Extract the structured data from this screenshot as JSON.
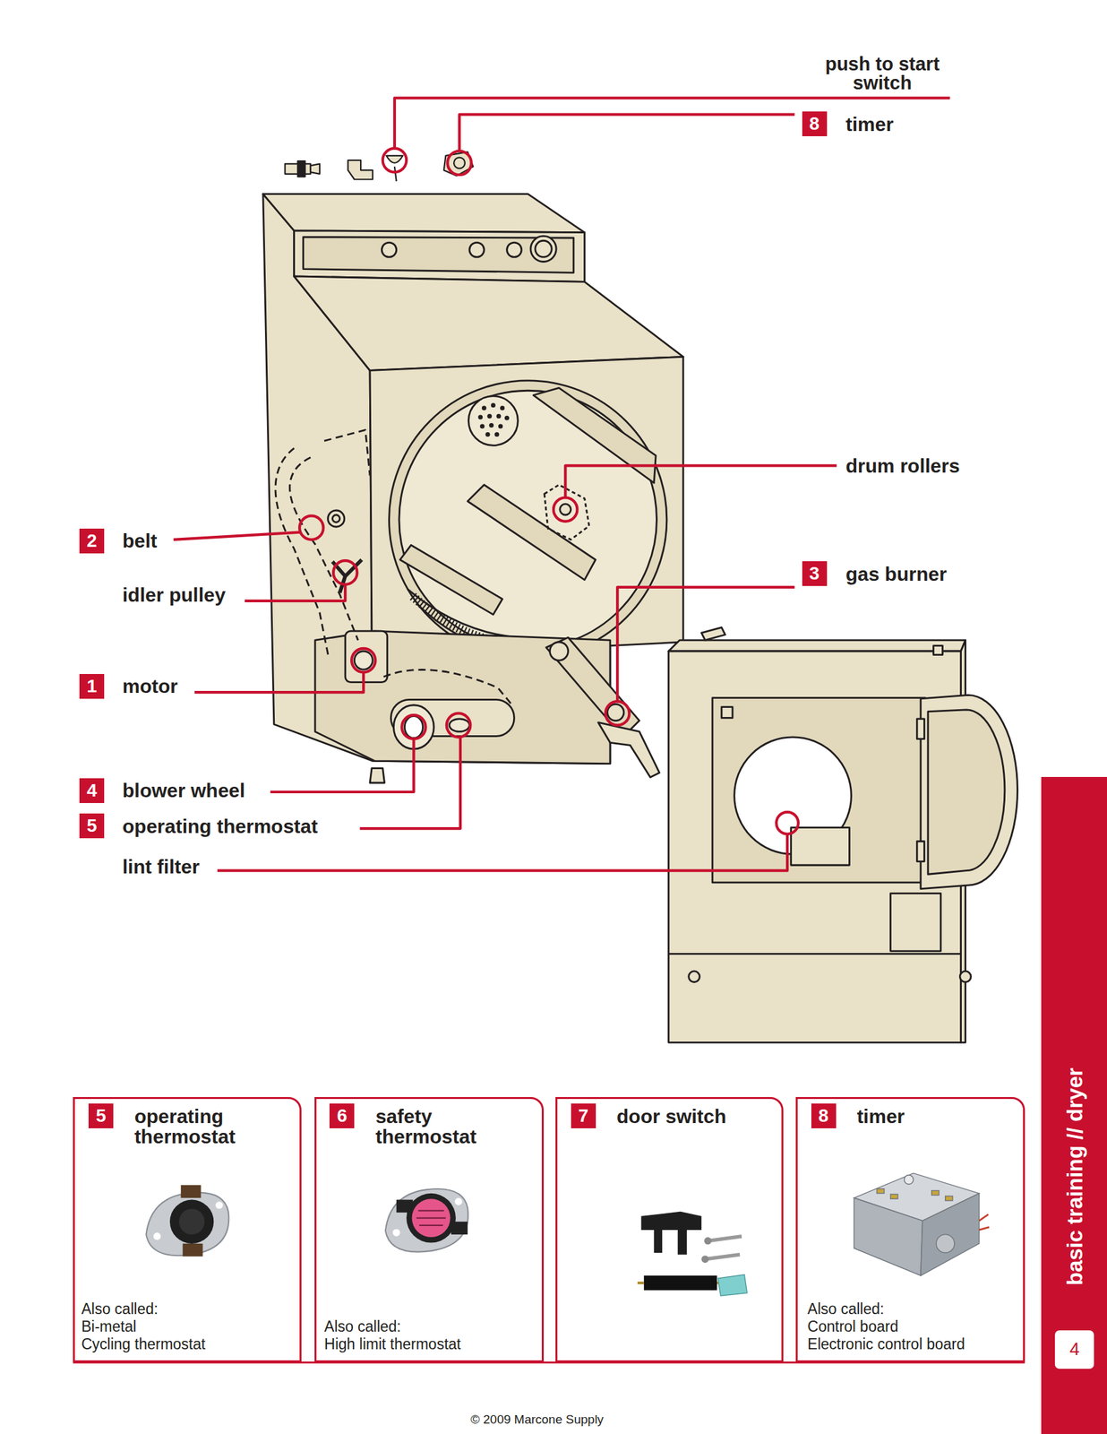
{
  "diagram": {
    "nodes": [
      {
        "text": [
          "operating thermostat",
          "Also called:",
          "Bi-metal",
          "Cycling thermostat"
        ]
      },
      {
        "text": [
          "safety thermostat",
          "Also called:",
          "High limit thermostat"
        ]
      },
      {
        "text": [
          "door switch"
        ]
      },
      {
        "text": [
          "timer",
          "Also called:",
          "Control board",
          "Electronic control board"
        ]
      },
      {
        "text": [
          "basic training // dryer"
        ]
      },
      {
        "text": [
          "4"
        ],
        "in": 4
      }
    ],
    "labels": [
      "push to start switch",
      "8",
      "timer",
      "drum rollers",
      "2",
      "belt",
      "idler pulley",
      "3",
      "gas burner",
      "1",
      "motor",
      "4",
      "blower wheel",
      "5",
      "operating thermostat",
      "lint filter",
      "5",
      "6",
      "7",
      "8",
      "© 2009 Marcone Supply"
    ]
  }
}
